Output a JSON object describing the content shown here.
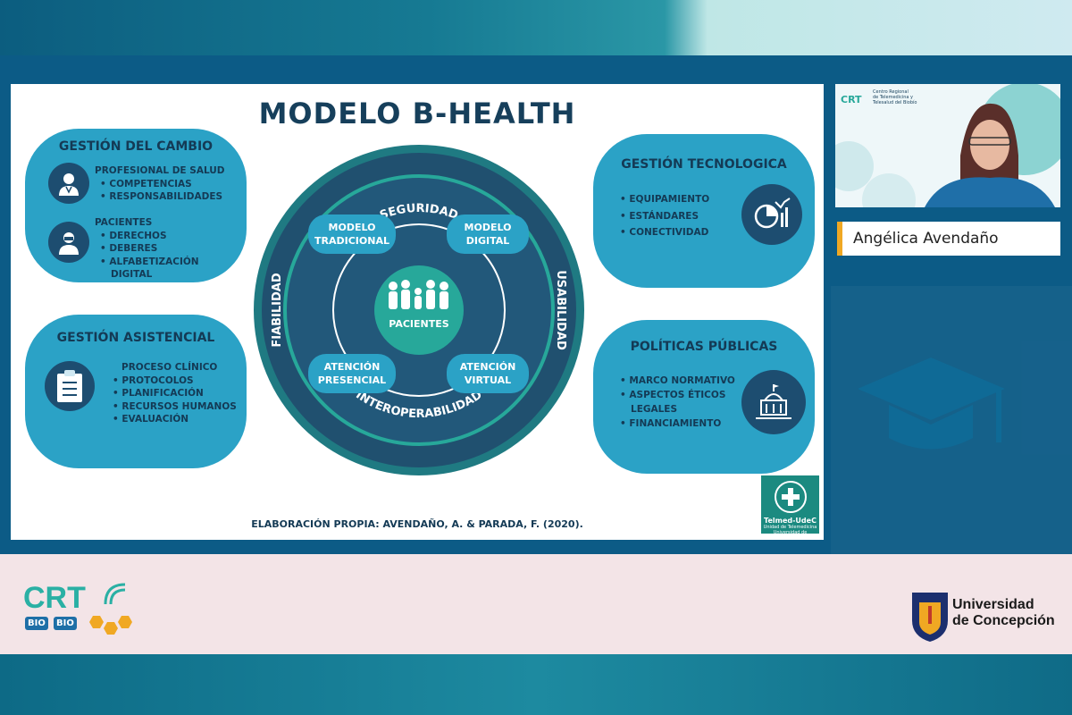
{
  "slide": {
    "title": "MODELO B-HEALTH",
    "source": "ELABORACIÓN PROPIA: AVENDAÑO, A. & PARADA, F. (2020)."
  },
  "gestion_cambio": {
    "title": "GESTIÓN DEL CAMBIO",
    "group1_title": "PROFESIONAL DE SALUD",
    "group1_items": [
      "COMPETENCIAS",
      "RESPONSABILIDADES"
    ],
    "group2_title": "PACIENTES",
    "group2_items": [
      "DERECHOS",
      "DEBERES",
      "ALFABETIZACIÓN",
      "DIGITAL"
    ]
  },
  "gestion_asistencial": {
    "title": "GESTIÓN ASISTENCIAL",
    "group_title": "PROCESO CLÍNICO",
    "items": [
      "PROTOCOLOS",
      "PLANIFICACIÓN",
      "RECURSOS HUMANOS",
      "EVALUACIÓN"
    ]
  },
  "gestion_tecnologica": {
    "title": "GESTIÓN TECNOLOGICA",
    "items": [
      "EQUIPAMIENTO",
      "ESTÁNDARES",
      "CONECTIVIDAD"
    ]
  },
  "politicas_publicas": {
    "title": "POLÍTICAS PÚBLICAS",
    "items": [
      "MARCO NORMATIVO",
      "ASPECTOS ÉTICOS",
      "LEGALES",
      "FINANCIAMIENTO"
    ]
  },
  "circle": {
    "top": "SEGURIDAD",
    "bottom": "INTEROPERABILIDAD",
    "left": "FIABILIDAD",
    "right": "USABILIDAD",
    "center": "PACIENTES",
    "tl_line1": "MODELO",
    "tl_line2": "TRADICIONAL",
    "tr_line1": "MODELO",
    "tr_line2": "DIGITAL",
    "bl_line1": "ATENCIÓN",
    "bl_line2": "PRESENCIAL",
    "br_line1": "ATENCIÓN",
    "br_line2": "VIRTUAL"
  },
  "telmed": {
    "name": "Telmed-UdeC",
    "sub": "Unidad de Telemedicina Universidad de Concepción"
  },
  "webcam": {
    "brand": "CRT",
    "org_line1": "Centro Regional",
    "org_line2": "de Telemedicina y",
    "org_line3": "Telesalud del Biobío"
  },
  "speaker": {
    "name": "Angélica Avendaño"
  },
  "footer": {
    "crt_main": "CRT",
    "crt_bio1": "BIO",
    "crt_bio2": "BIO",
    "udec_line1": "Universidad",
    "udec_line2": "de Concepción"
  },
  "colors": {
    "panel": "#2ba2c6",
    "navy": "#163f5b",
    "circle_dark": "#20506f",
    "teal": "#27a89a",
    "accent": "#f0a823"
  }
}
